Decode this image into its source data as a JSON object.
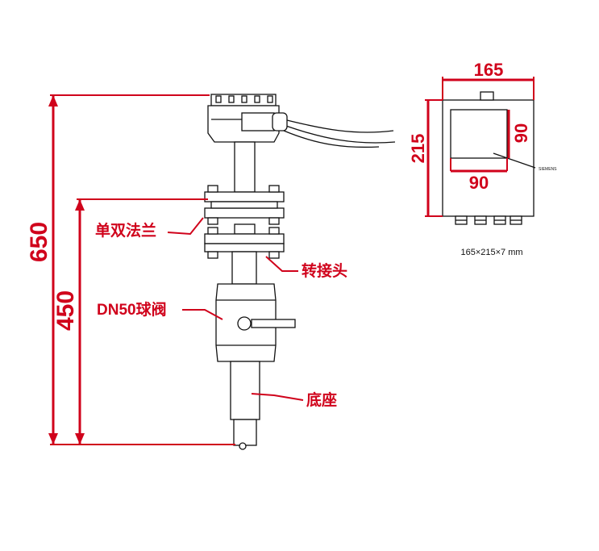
{
  "dimensions": {
    "total_height": "650",
    "lower_height": "450",
    "box_width": "165",
    "box_height": "215",
    "window_width": "90",
    "window_height": "90"
  },
  "callouts": {
    "flange": "单双法兰",
    "adapter": "转接头",
    "ball_valve": "DN50球阀",
    "base": "底座"
  },
  "enclosure": {
    "size_label": "165×215×7 mm",
    "tiny_label": "SIEMENS"
  },
  "colors": {
    "dimension": "#d0021b",
    "ink": "#111111"
  }
}
